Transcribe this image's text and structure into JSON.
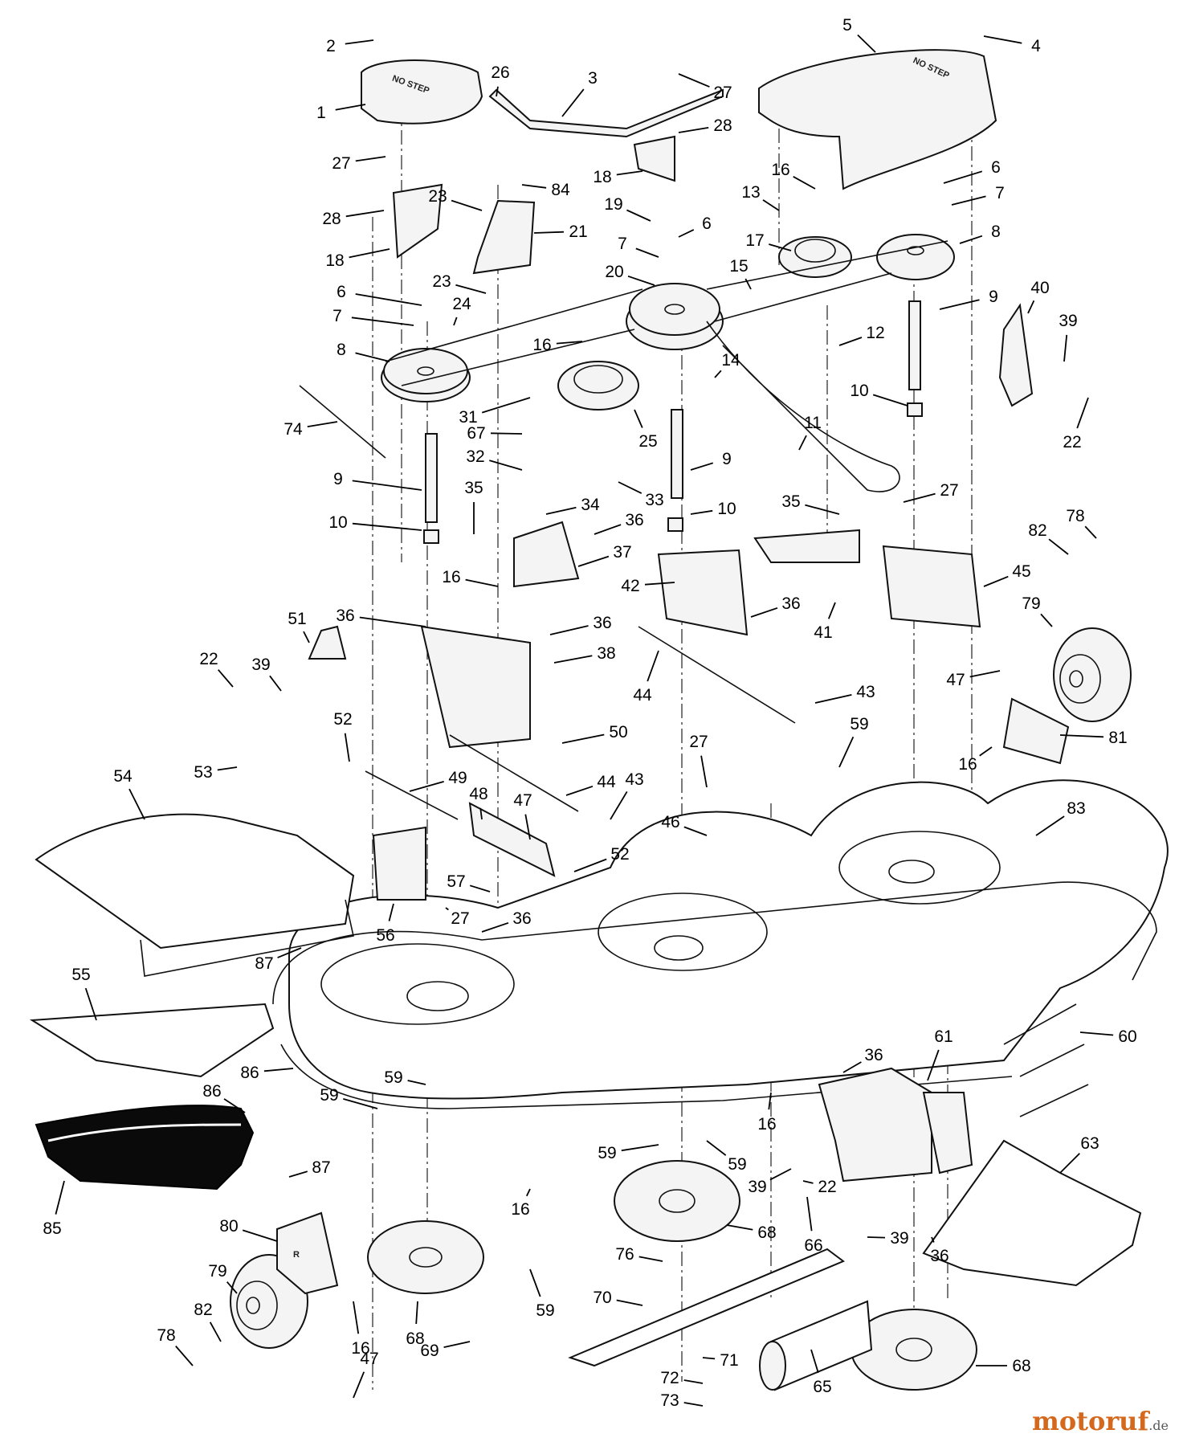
{
  "stamps": {
    "cover_left": "NO STEP",
    "cover_right": "NO STEP",
    "bracket_letter": "R"
  },
  "watermark": {
    "name": "motoruf",
    "suffix": ".de"
  },
  "callouts": [
    {
      "id": "c1",
      "text": "1"
    },
    {
      "id": "c2",
      "text": "2"
    },
    {
      "id": "c3",
      "text": "3"
    },
    {
      "id": "c4",
      "text": "4"
    },
    {
      "id": "c5",
      "text": "5"
    },
    {
      "id": "c6a",
      "text": "6"
    },
    {
      "id": "c6b",
      "text": "6"
    },
    {
      "id": "c6c",
      "text": "6"
    },
    {
      "id": "c7a",
      "text": "7"
    },
    {
      "id": "c7b",
      "text": "7"
    },
    {
      "id": "c7c",
      "text": "7"
    },
    {
      "id": "c8a",
      "text": "8"
    },
    {
      "id": "c8b",
      "text": "8"
    },
    {
      "id": "c9a",
      "text": "9"
    },
    {
      "id": "c9b",
      "text": "9"
    },
    {
      "id": "c9c",
      "text": "9"
    },
    {
      "id": "c10a",
      "text": "10"
    },
    {
      "id": "c10b",
      "text": "10"
    },
    {
      "id": "c10c",
      "text": "10"
    },
    {
      "id": "c11",
      "text": "11"
    },
    {
      "id": "c12",
      "text": "12"
    },
    {
      "id": "c13",
      "text": "13"
    },
    {
      "id": "c14",
      "text": "14"
    },
    {
      "id": "c15",
      "text": "15"
    },
    {
      "id": "c16a",
      "text": "16"
    },
    {
      "id": "c16b",
      "text": "16"
    },
    {
      "id": "c16c",
      "text": "16"
    },
    {
      "id": "c16d",
      "text": "16"
    },
    {
      "id": "c16e",
      "text": "16"
    },
    {
      "id": "c16f",
      "text": "16"
    },
    {
      "id": "c16g",
      "text": "16"
    },
    {
      "id": "c17",
      "text": "17"
    },
    {
      "id": "c18a",
      "text": "18"
    },
    {
      "id": "c18b",
      "text": "18"
    },
    {
      "id": "c19",
      "text": "19"
    },
    {
      "id": "c20",
      "text": "20"
    },
    {
      "id": "c21",
      "text": "21"
    },
    {
      "id": "c22a",
      "text": "22"
    },
    {
      "id": "c22b",
      "text": "22"
    },
    {
      "id": "c22c",
      "text": "22"
    },
    {
      "id": "c23a",
      "text": "23"
    },
    {
      "id": "c23b",
      "text": "23"
    },
    {
      "id": "c24",
      "text": "24"
    },
    {
      "id": "c25",
      "text": "25"
    },
    {
      "id": "c26",
      "text": "26"
    },
    {
      "id": "c27a",
      "text": "27"
    },
    {
      "id": "c27b",
      "text": "27"
    },
    {
      "id": "c27c",
      "text": "27"
    },
    {
      "id": "c27d",
      "text": "27"
    },
    {
      "id": "c27e",
      "text": "27"
    },
    {
      "id": "c28a",
      "text": "28"
    },
    {
      "id": "c28b",
      "text": "28"
    },
    {
      "id": "c31",
      "text": "31"
    },
    {
      "id": "c32",
      "text": "32"
    },
    {
      "id": "c33",
      "text": "33"
    },
    {
      "id": "c34",
      "text": "34"
    },
    {
      "id": "c35a",
      "text": "35"
    },
    {
      "id": "c35b",
      "text": "35"
    },
    {
      "id": "c36a",
      "text": "36"
    },
    {
      "id": "c36b",
      "text": "36"
    },
    {
      "id": "c36c",
      "text": "36"
    },
    {
      "id": "c36d",
      "text": "36"
    },
    {
      "id": "c36e",
      "text": "36"
    },
    {
      "id": "c36f",
      "text": "36"
    },
    {
      "id": "c36g",
      "text": "36"
    },
    {
      "id": "c37",
      "text": "37"
    },
    {
      "id": "c38",
      "text": "38"
    },
    {
      "id": "c39a",
      "text": "39"
    },
    {
      "id": "c39b",
      "text": "39"
    },
    {
      "id": "c39c",
      "text": "39"
    },
    {
      "id": "c39d",
      "text": "39"
    },
    {
      "id": "c40",
      "text": "40"
    },
    {
      "id": "c41",
      "text": "41"
    },
    {
      "id": "c42",
      "text": "42"
    },
    {
      "id": "c43a",
      "text": "43"
    },
    {
      "id": "c43b",
      "text": "43"
    },
    {
      "id": "c44a",
      "text": "44"
    },
    {
      "id": "c44b",
      "text": "44"
    },
    {
      "id": "c45",
      "text": "45"
    },
    {
      "id": "c46",
      "text": "46"
    },
    {
      "id": "c47a",
      "text": "47"
    },
    {
      "id": "c47b",
      "text": "47"
    },
    {
      "id": "c47c",
      "text": "47"
    },
    {
      "id": "c48",
      "text": "48"
    },
    {
      "id": "c49",
      "text": "49"
    },
    {
      "id": "c50",
      "text": "50"
    },
    {
      "id": "c51",
      "text": "51"
    },
    {
      "id": "c52a",
      "text": "52"
    },
    {
      "id": "c52b",
      "text": "52"
    },
    {
      "id": "c53",
      "text": "53"
    },
    {
      "id": "c54",
      "text": "54"
    },
    {
      "id": "c55",
      "text": "55"
    },
    {
      "id": "c56",
      "text": "56"
    },
    {
      "id": "c57",
      "text": "57"
    },
    {
      "id": "c59a",
      "text": "59"
    },
    {
      "id": "c59b",
      "text": "59"
    },
    {
      "id": "c59c",
      "text": "59"
    },
    {
      "id": "c59d",
      "text": "59"
    },
    {
      "id": "c59e",
      "text": "59"
    },
    {
      "id": "c59f",
      "text": "59"
    },
    {
      "id": "c60",
      "text": "60"
    },
    {
      "id": "c61",
      "text": "61"
    },
    {
      "id": "c63",
      "text": "63"
    },
    {
      "id": "c65",
      "text": "65"
    },
    {
      "id": "c66",
      "text": "66"
    },
    {
      "id": "c67",
      "text": "67"
    },
    {
      "id": "c68a",
      "text": "68"
    },
    {
      "id": "c68b",
      "text": "68"
    },
    {
      "id": "c68c",
      "text": "68"
    },
    {
      "id": "c69",
      "text": "69"
    },
    {
      "id": "c70",
      "text": "70"
    },
    {
      "id": "c71",
      "text": "71"
    },
    {
      "id": "c72",
      "text": "72"
    },
    {
      "id": "c73",
      "text": "73"
    },
    {
      "id": "c74",
      "text": "74"
    },
    {
      "id": "c76",
      "text": "76"
    },
    {
      "id": "c78a",
      "text": "78"
    },
    {
      "id": "c78b",
      "text": "78"
    },
    {
      "id": "c79a",
      "text": "79"
    },
    {
      "id": "c79b",
      "text": "79"
    },
    {
      "id": "c80",
      "text": "80"
    },
    {
      "id": "c81",
      "text": "81"
    },
    {
      "id": "c82a",
      "text": "82"
    },
    {
      "id": "c82b",
      "text": "82"
    },
    {
      "id": "c83",
      "text": "83"
    },
    {
      "id": "c84",
      "text": "84"
    },
    {
      "id": "c85",
      "text": "85"
    },
    {
      "id": "c86a",
      "text": "86"
    },
    {
      "id": "c86b",
      "text": "86"
    },
    {
      "id": "c87a",
      "text": "87"
    },
    {
      "id": "c87b",
      "text": "87"
    }
  ]
}
